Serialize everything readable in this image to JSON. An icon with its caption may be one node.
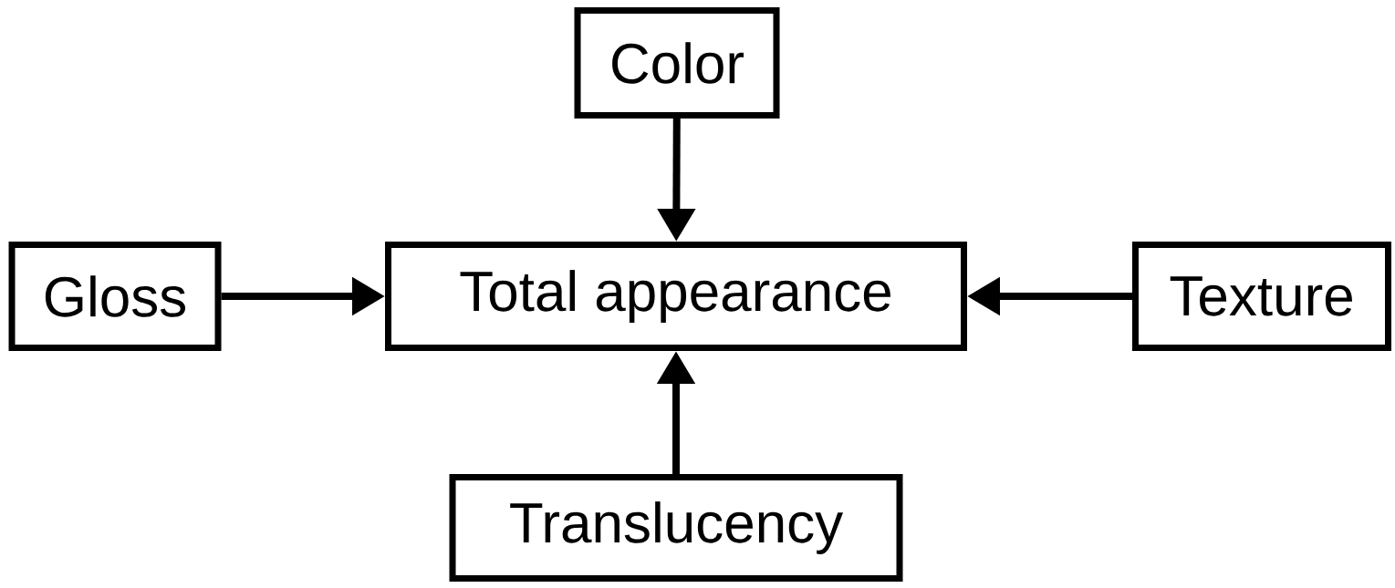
{
  "diagram": {
    "nodes": [
      {
        "text": [
          "Color"
        ]
      },
      {
        "text": [
          "Gloss"
        ]
      },
      {
        "text": [
          "Total appearance"
        ]
      },
      {
        "text": [
          "Texture"
        ]
      },
      {
        "text": [
          "Translucency"
        ]
      }
    ],
    "edges": [
      {
        "from": 0,
        "to": 2,
        "arrow": "to"
      },
      {
        "from": 1,
        "to": 2,
        "arrow": "to"
      },
      {
        "from": 3,
        "to": 2,
        "arrow": "to"
      },
      {
        "from": 4,
        "to": 2,
        "arrow": "to"
      }
    ]
  }
}
